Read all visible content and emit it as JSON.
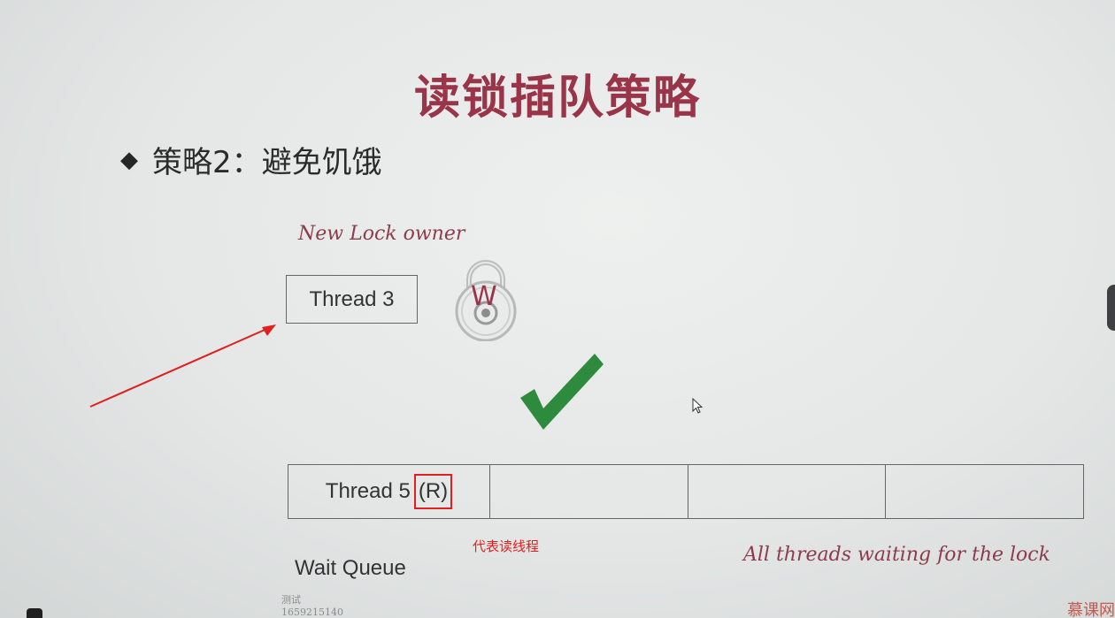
{
  "slide": {
    "title": "读锁插队策略",
    "bullet": {
      "icon": "diamond-bullet-icon",
      "text": "策略2：避免饥饿"
    },
    "owner_label": "New Lock owner",
    "thread3": "Thread 3",
    "lock_letter": "W",
    "queue": {
      "thread5": "Thread 5",
      "read_flag": "(R)"
    },
    "annotation": "代表读线程",
    "wait_queue_label": "Wait Queue",
    "waiting_label": "All threads waiting for the lock",
    "watermark": {
      "line1": "测试",
      "line2": "1659215140"
    },
    "brand": "慕课网"
  },
  "colors": {
    "title": "#9a3448",
    "script": "#8e3b4c",
    "annotation_red": "#e0201f",
    "check_green": "#2e8b3e"
  }
}
